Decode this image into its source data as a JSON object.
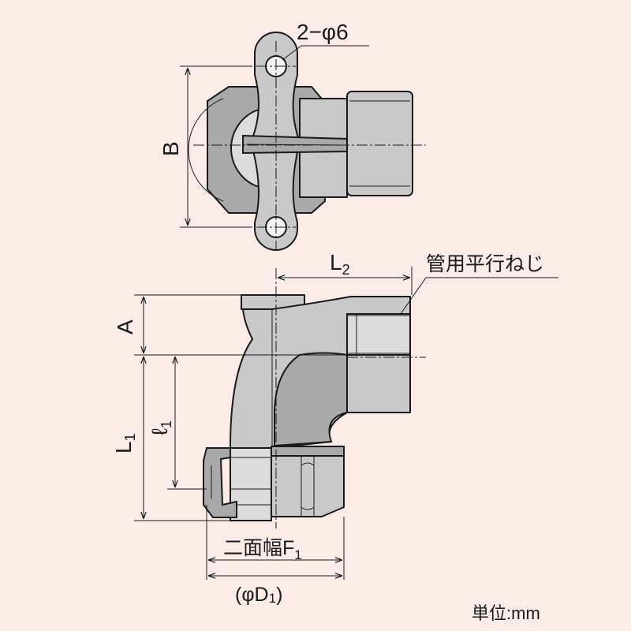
{
  "labels": {
    "holes": "2−φ6",
    "dim_b": "B",
    "dim_l2_main": "L",
    "dim_l2_sub": "2",
    "thread": "管用平行ねじ",
    "dim_a": "A",
    "dim_l1_main": "L",
    "dim_l1_sub": "1",
    "dim_ell1_main": "ℓ",
    "dim_ell1_sub": "1",
    "width_across_flats_main": "二面幅F",
    "width_across_flats_sub": "1",
    "dim_d1_open": "(φD",
    "dim_d1_sub": "1",
    "dim_d1_close": ")",
    "unit": "単位:mm"
  },
  "colors": {
    "background": "#fbece8",
    "metal": "#c9c9c9",
    "metal_dark": "#a9a9a9",
    "line": "#1a1a1a"
  }
}
